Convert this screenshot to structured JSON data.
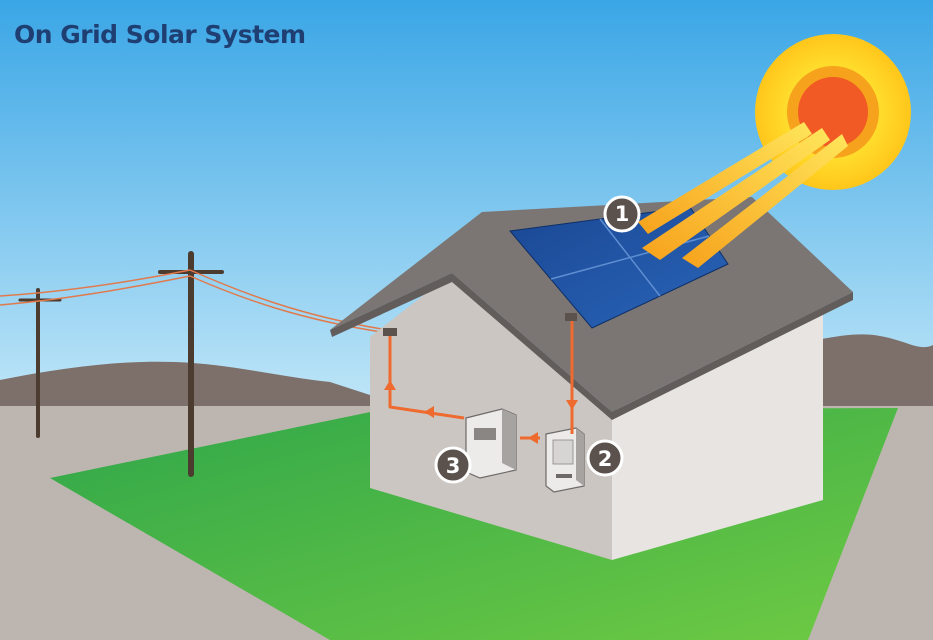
{
  "title": "On Grid Solar System",
  "labels": {
    "one": "1",
    "two": "2",
    "three": "3"
  },
  "colors": {
    "sky_top": "#3aa6e6",
    "sky_bottom": "#bfe6f8",
    "ground": "#bdb6b0",
    "lawn": "#3db049",
    "wall": "#cbc6c1",
    "roof": "#7b7674",
    "panel": "#1c4f9c",
    "wire": "#ef6a2e",
    "sun_core": "#f15a24",
    "sun_glow": "#ffd61f",
    "badge": "#5b514d",
    "title": "#1f3f73"
  }
}
